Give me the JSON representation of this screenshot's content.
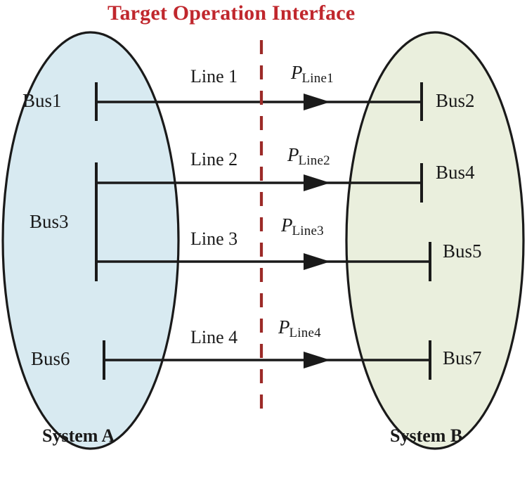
{
  "title": "Target Operation Interface",
  "colors": {
    "title_red": "#c0272d",
    "divider_red": "#9c2a28",
    "system_a_fill": "#d8eaf1",
    "system_b_fill": "#eaefdd",
    "stroke": "#1a1a1a"
  },
  "systems": {
    "left": {
      "label": "System A"
    },
    "right": {
      "label": "System B"
    }
  },
  "buses": {
    "left": [
      {
        "id": "bus1",
        "label": "Bus1"
      },
      {
        "id": "bus3",
        "label": "Bus3"
      },
      {
        "id": "bus6",
        "label": "Bus6"
      }
    ],
    "right": [
      {
        "id": "bus2",
        "label": "Bus2"
      },
      {
        "id": "bus4",
        "label": "Bus4"
      },
      {
        "id": "bus5",
        "label": "Bus5"
      },
      {
        "id": "bus7",
        "label": "Bus7"
      }
    ]
  },
  "lines": [
    {
      "id": "line1",
      "label": "Line 1",
      "power_symbol": "P",
      "power_subscript": "Line1",
      "from_bus": "Bus1",
      "to_bus": "Bus2"
    },
    {
      "id": "line2",
      "label": "Line 2",
      "power_symbol": "P",
      "power_subscript": "Line2",
      "from_bus": "Bus3",
      "to_bus": "Bus4"
    },
    {
      "id": "line3",
      "label": "Line 3",
      "power_symbol": "P",
      "power_subscript": "Line3",
      "from_bus": "Bus3",
      "to_bus": "Bus5"
    },
    {
      "id": "line4",
      "label": "Line 4",
      "power_symbol": "P",
      "power_subscript": "Line4",
      "from_bus": "Bus6",
      "to_bus": "Bus7"
    }
  ],
  "divider": {
    "name": "interface-boundary",
    "style": "dashed"
  }
}
